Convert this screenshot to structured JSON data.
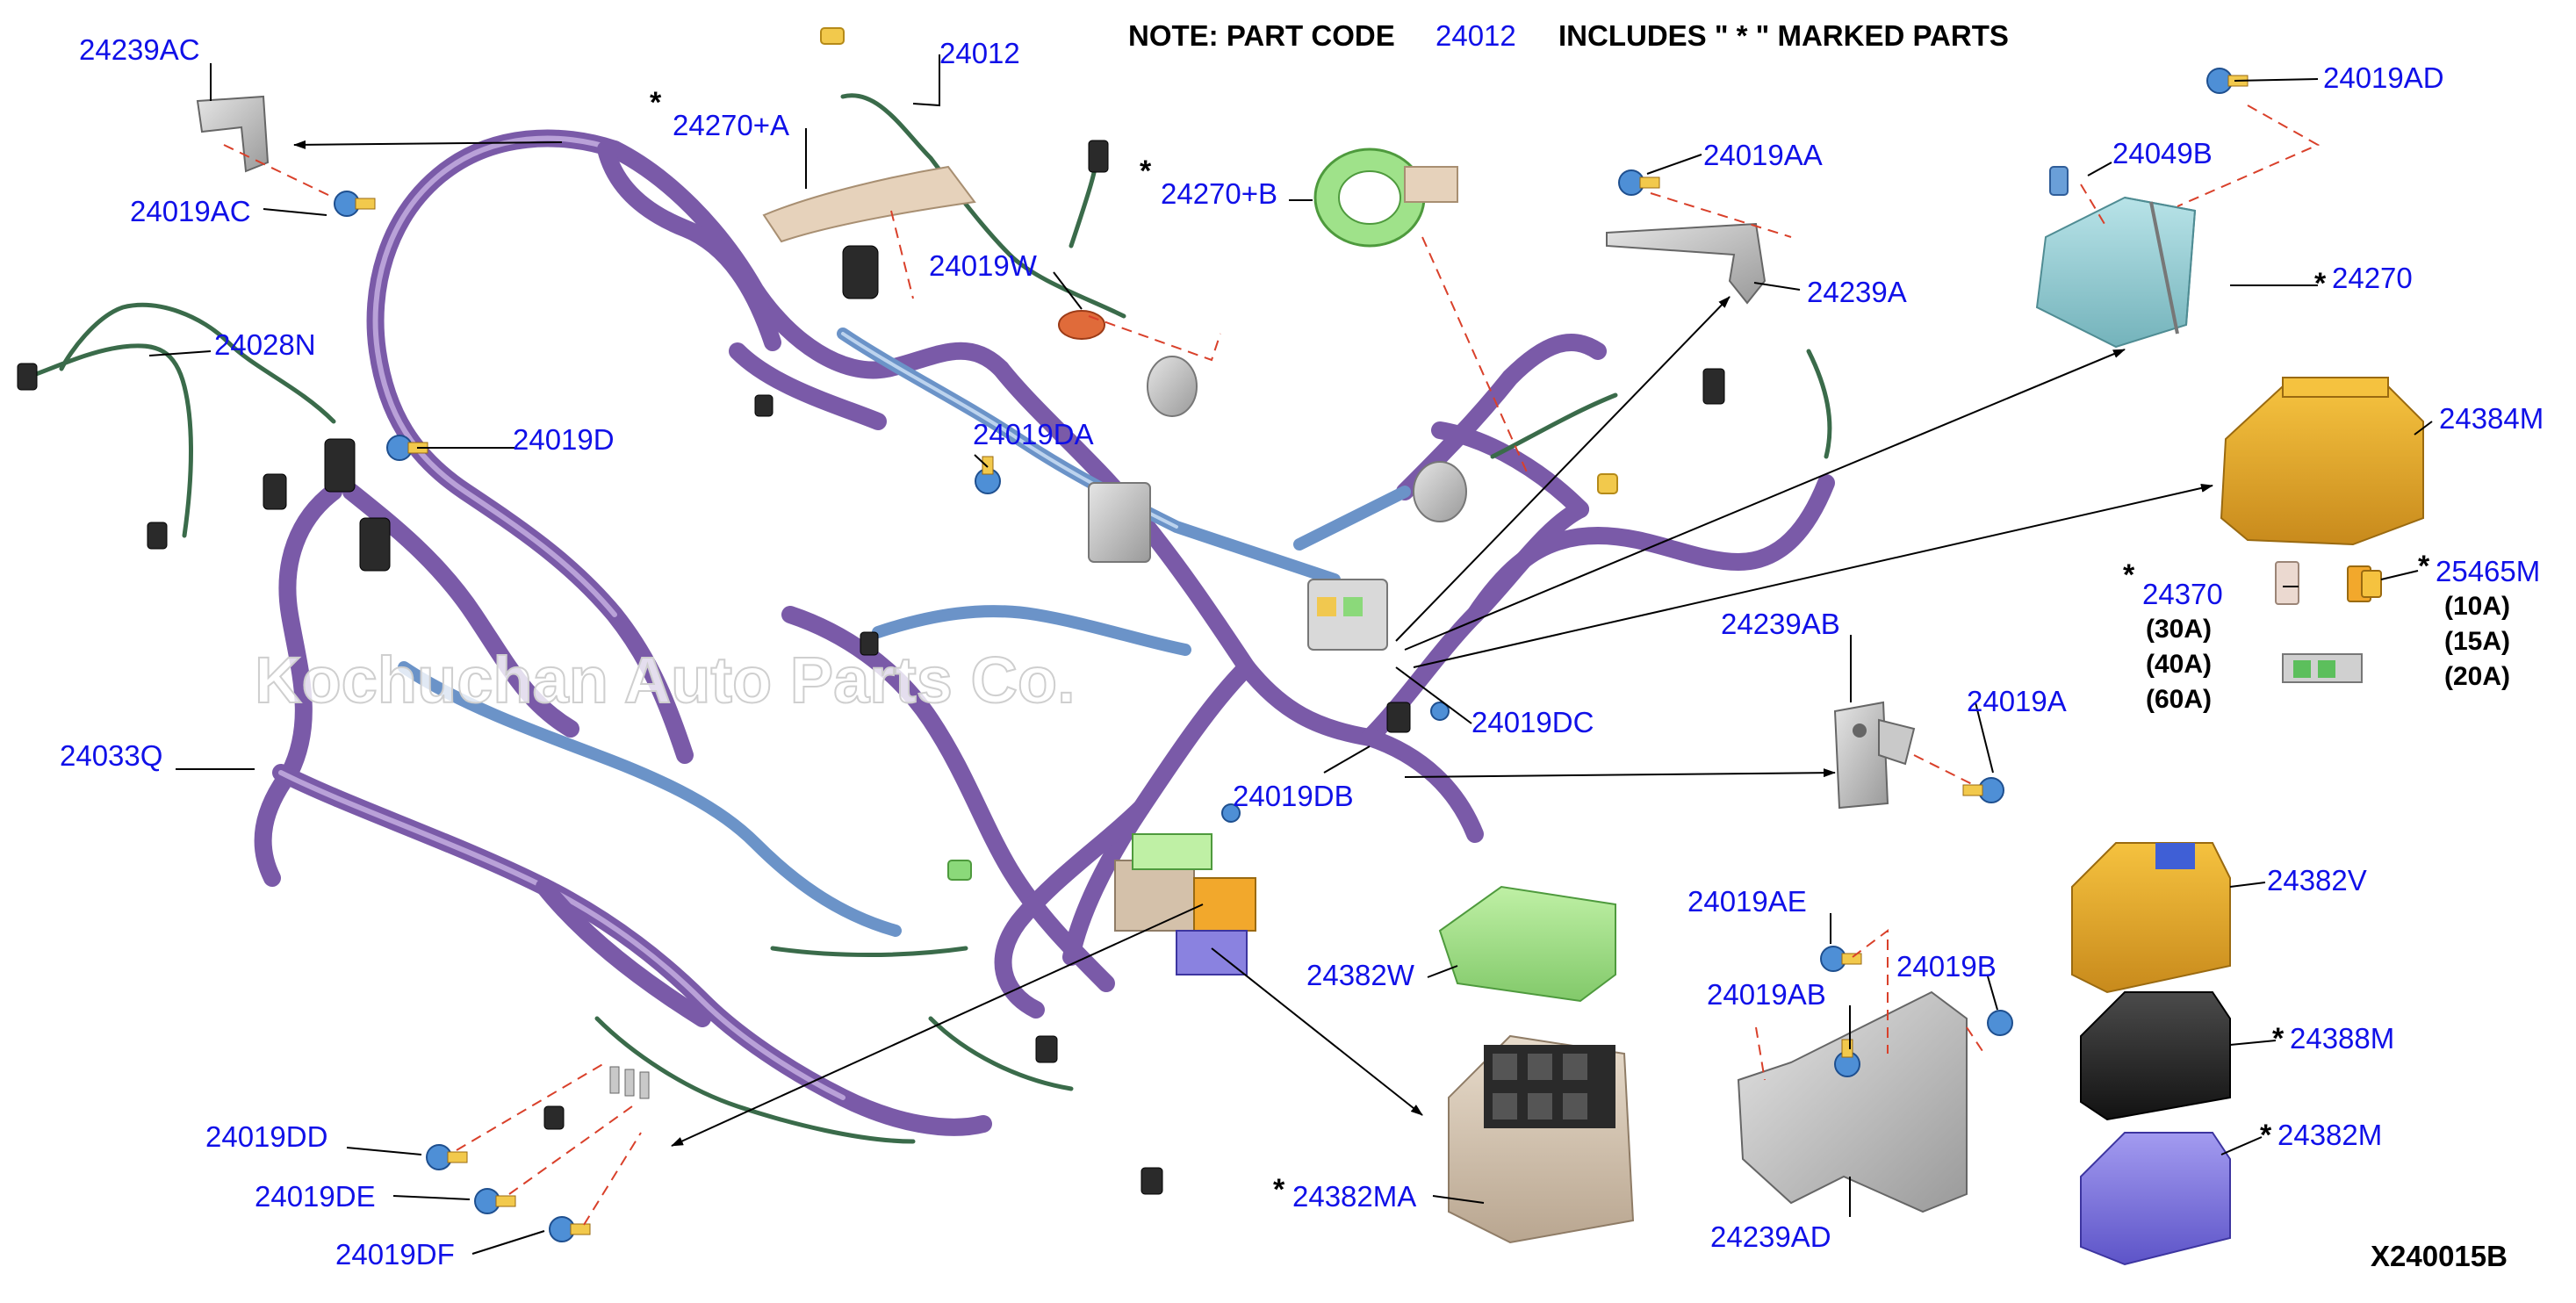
{
  "note": {
    "prefix": "NOTE: PART CODE",
    "code": "24012",
    "suffix": "INCLUDES \" * \" MARKED PARTS"
  },
  "diagram_code": "X240015B",
  "watermark": "Kochuchan Auto Parts Co.",
  "part_labels": [
    {
      "id": "24239AC",
      "text": "24239AC",
      "starred": false
    },
    {
      "id": "24019AC",
      "text": "24019AC",
      "starred": false
    },
    {
      "id": "24270A",
      "text": "24270+A",
      "starred": true
    },
    {
      "id": "24012",
      "text": "24012",
      "starred": false
    },
    {
      "id": "24270B",
      "text": "24270+B",
      "starred": true
    },
    {
      "id": "24019W",
      "text": "24019W",
      "starred": false
    },
    {
      "id": "24019AA",
      "text": "24019AA",
      "starred": false
    },
    {
      "id": "24239A",
      "text": "24239A",
      "starred": false
    },
    {
      "id": "24019AD",
      "text": "24019AD",
      "starred": false
    },
    {
      "id": "24049B",
      "text": "24049B",
      "starred": false
    },
    {
      "id": "24270",
      "text": "24270",
      "starred": true
    },
    {
      "id": "24384M",
      "text": "24384M",
      "starred": false
    },
    {
      "id": "24028N",
      "text": "24028N",
      "starred": false
    },
    {
      "id": "24019D",
      "text": "24019D",
      "starred": false
    },
    {
      "id": "24019DA",
      "text": "24019DA",
      "starred": false
    },
    {
      "id": "24370",
      "text": "24370",
      "starred": true
    },
    {
      "id": "25465M",
      "text": "25465M",
      "starred": true
    },
    {
      "id": "24239AB",
      "text": "24239AB",
      "starred": false
    },
    {
      "id": "24019A",
      "text": "24019A",
      "starred": false
    },
    {
      "id": "24019DC",
      "text": "24019DC",
      "starred": false
    },
    {
      "id": "24033Q",
      "text": "24033Q",
      "starred": false
    },
    {
      "id": "24019DB",
      "text": "24019DB",
      "starred": false
    },
    {
      "id": "24382V",
      "text": "24382V",
      "starred": false
    },
    {
      "id": "24019AE",
      "text": "24019AE",
      "starred": false
    },
    {
      "id": "24382W",
      "text": "24382W",
      "starred": false
    },
    {
      "id": "24019AB",
      "text": "24019AB",
      "starred": false
    },
    {
      "id": "24019B",
      "text": "24019B",
      "starred": false
    },
    {
      "id": "24388M",
      "text": "24388M",
      "starred": true
    },
    {
      "id": "24382M",
      "text": "24382M",
      "starred": true
    },
    {
      "id": "24019DD",
      "text": "24019DD",
      "starred": false
    },
    {
      "id": "24019DE",
      "text": "24019DE",
      "starred": false
    },
    {
      "id": "24382MA",
      "text": "24382MA",
      "starred": true
    },
    {
      "id": "24239AD",
      "text": "24239AD",
      "starred": false
    },
    {
      "id": "24019DF",
      "text": "24019DF",
      "starred": false
    }
  ],
  "amperage_24370": [
    "(30A)",
    "(40A)",
    "(60A)"
  ],
  "amperage_25465M": [
    "(10A)",
    "(15A)",
    "(20A)"
  ],
  "colors": {
    "label": "#1010e8",
    "harness": "#7a5aa8",
    "tape": "#6b93c8",
    "leader": "#000000",
    "dashed_guide": "#d9402a"
  }
}
